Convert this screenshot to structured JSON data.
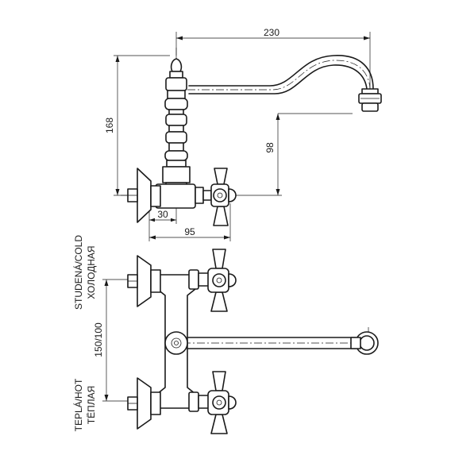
{
  "dimensions": {
    "overall_reach": "230",
    "total_height": "168",
    "spout_drop": "98",
    "wall_offset": "30",
    "handle_offset": "95",
    "inlet_spacing": "150/100"
  },
  "labels": {
    "cold_latin": "STUDENÁ/COLD",
    "cold_cyrillic": "ХОЛОДНАЯ",
    "hot_latin": "TEPLÁ/HOT",
    "hot_cyrillic": "ТЁПЛАЯ"
  },
  "colors": {
    "line": "#1a1a1a",
    "background": "#ffffff"
  }
}
